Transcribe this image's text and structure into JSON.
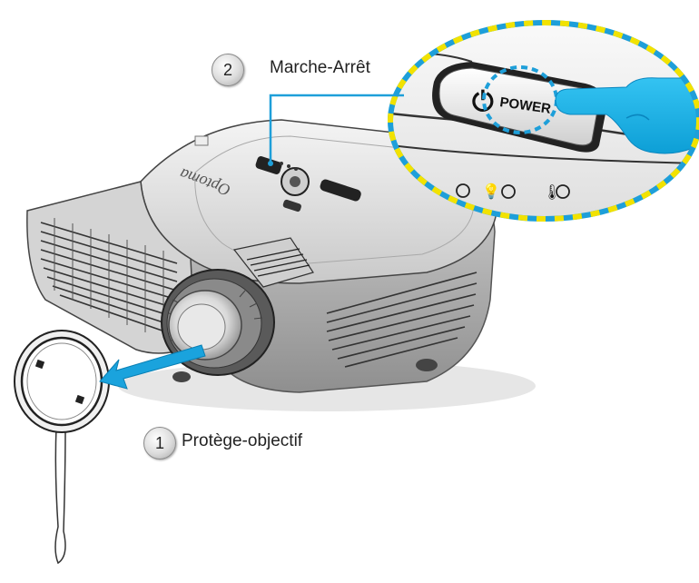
{
  "callouts": [
    {
      "number": "1",
      "label": "Protège-objectif"
    },
    {
      "number": "2",
      "label": "Marche-Arrêt"
    }
  ],
  "zoom_panel": {
    "button_text": "POWER",
    "power_symbol": "⏻",
    "indicators": [
      "power-led",
      "lamp-led",
      "temp-led"
    ],
    "border_colors": [
      "#1e9fd9",
      "#f2e200"
    ]
  },
  "projector": {
    "brand": "Optoma"
  },
  "colors": {
    "arrow": "#1aa3dd",
    "hand": "#12b0e8",
    "leader": "#1e9fd9"
  }
}
